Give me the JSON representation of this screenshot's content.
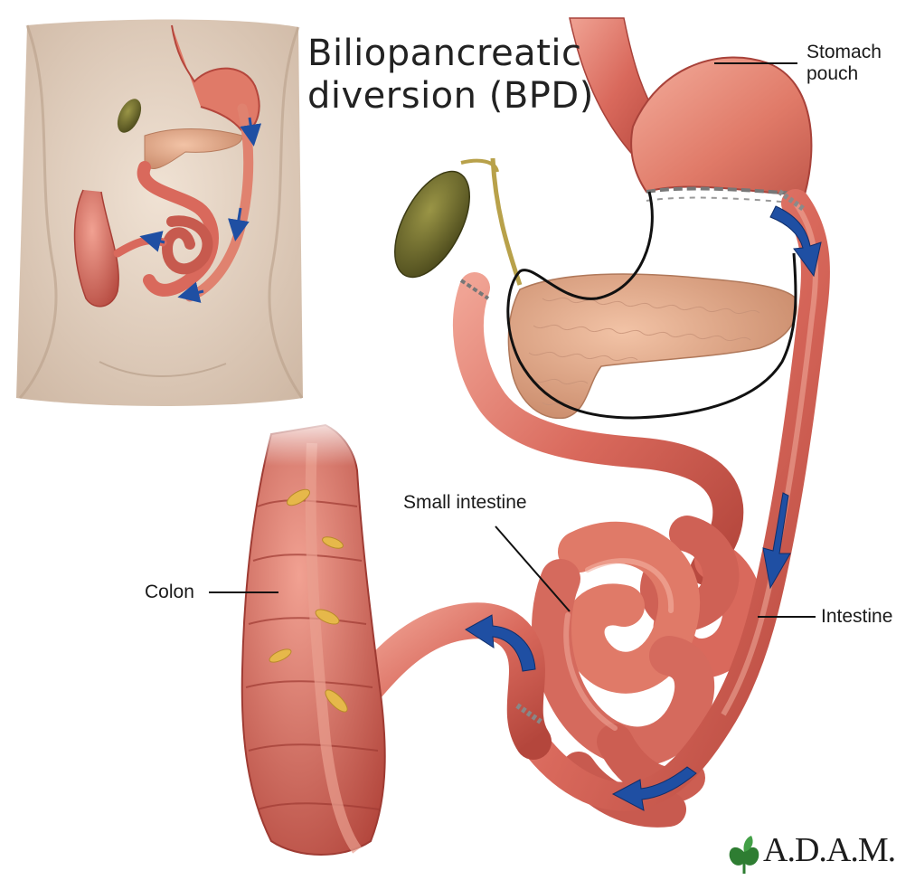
{
  "title": "Biliopancreatic\ndiversion (BPD)",
  "labels": {
    "stomach_pouch": "Stomach\npouch",
    "small_intestine": "Small intestine",
    "colon": "Colon",
    "intestine": "Intestine"
  },
  "brand": {
    "name": "A.D.A.M.",
    "leaf_color": "#2e7d32"
  },
  "colors": {
    "tissue": "#d9695c",
    "tissue_dark": "#b8473d",
    "tissue_light": "#ef9a8c",
    "pancreas": "#e2a98a",
    "gallbladder": "#6b6a2a",
    "arrow": "#1f4fa3",
    "skin": "#e6d3c3"
  }
}
